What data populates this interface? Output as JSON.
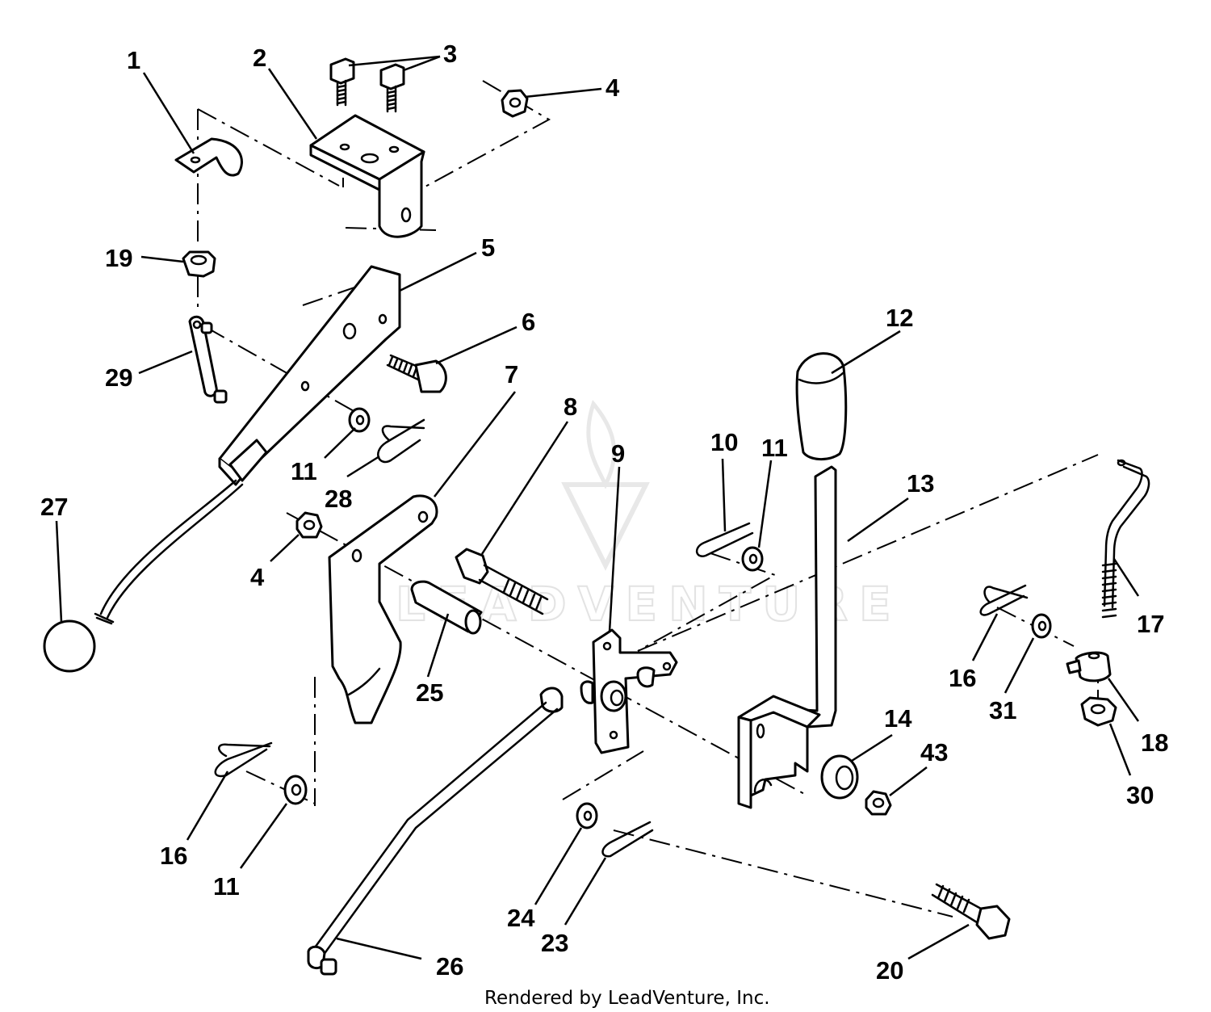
{
  "callouts": [
    "1",
    "2",
    "3",
    "4",
    "5",
    "6",
    "7",
    "8",
    "9",
    "10",
    "11",
    "12",
    "13",
    "14",
    "16",
    "17",
    "18",
    "19",
    "20",
    "23",
    "24",
    "25",
    "26",
    "27",
    "28",
    "29",
    "30",
    "31",
    "43"
  ],
  "callouts_repeated": {
    "4_lower": "4",
    "11_mid": "11",
    "11_right": "11",
    "11_lower": "11",
    "16_right": "16",
    "16_lower": "16"
  },
  "watermark": "LEADVENTURE",
  "footer": "Rendered by LeadVenture, Inc."
}
